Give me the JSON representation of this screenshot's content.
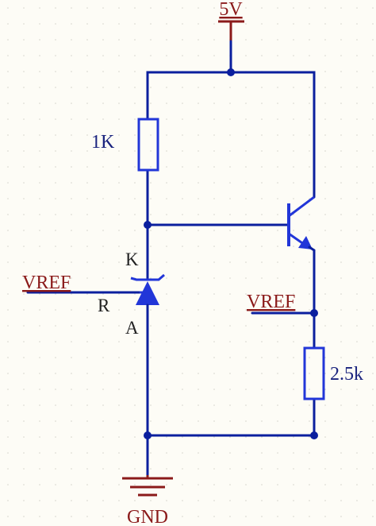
{
  "power": {
    "vcc_label": "5V",
    "gnd_label": "GND"
  },
  "resistors": {
    "r1": "1K",
    "r2": "2.5k"
  },
  "nets": {
    "vref_left": "VREF",
    "vref_right": "VREF"
  },
  "regulator_pins": {
    "cathode": "K",
    "ref": "R",
    "anode": "A"
  },
  "colors": {
    "wire": "#0b1f9e",
    "component": "#2236d8",
    "power": "#8b1a1a",
    "background": "#fdfcf6"
  }
}
